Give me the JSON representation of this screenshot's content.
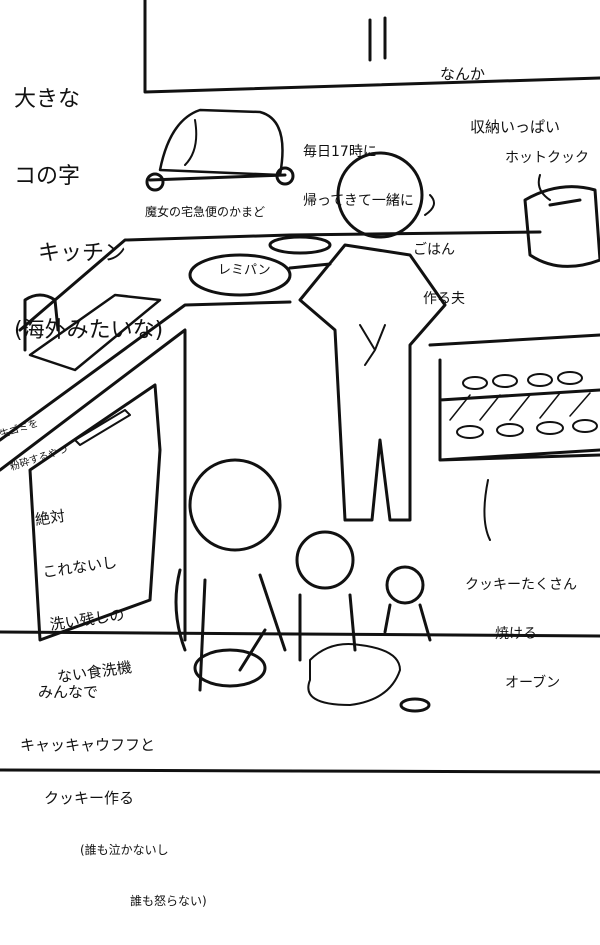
{
  "notes": {
    "kitchen": [
      "大きな",
      "コの字",
      "キッチン",
      "(海外みたいな)"
    ],
    "storage": [
      "なんか",
      "収納いっぱい"
    ],
    "oven_hearth": "魔女の宅急便のかまど",
    "husband": [
      "毎日17時に",
      "帰ってきて一緒に",
      "ごはん",
      "作る夫"
    ],
    "hotcook": "ホットクック",
    "pan": "レミパン",
    "disposer": [
      "生ゴミを",
      "粉砕するやつ"
    ],
    "dishwasher": [
      "絶対",
      "これないし",
      "洗い残しの",
      "ない食洗機"
    ],
    "oven": [
      "クッキーたくさん",
      "焼ける",
      "オーブン"
    ],
    "cookies": [
      "みんなで",
      "キャッキャウフフと",
      "クッキー作る",
      "(誰も泣かないし",
      "誰も怒らない)"
    ]
  },
  "colors": {
    "ink": "#111111",
    "paper": "#ffffff"
  }
}
